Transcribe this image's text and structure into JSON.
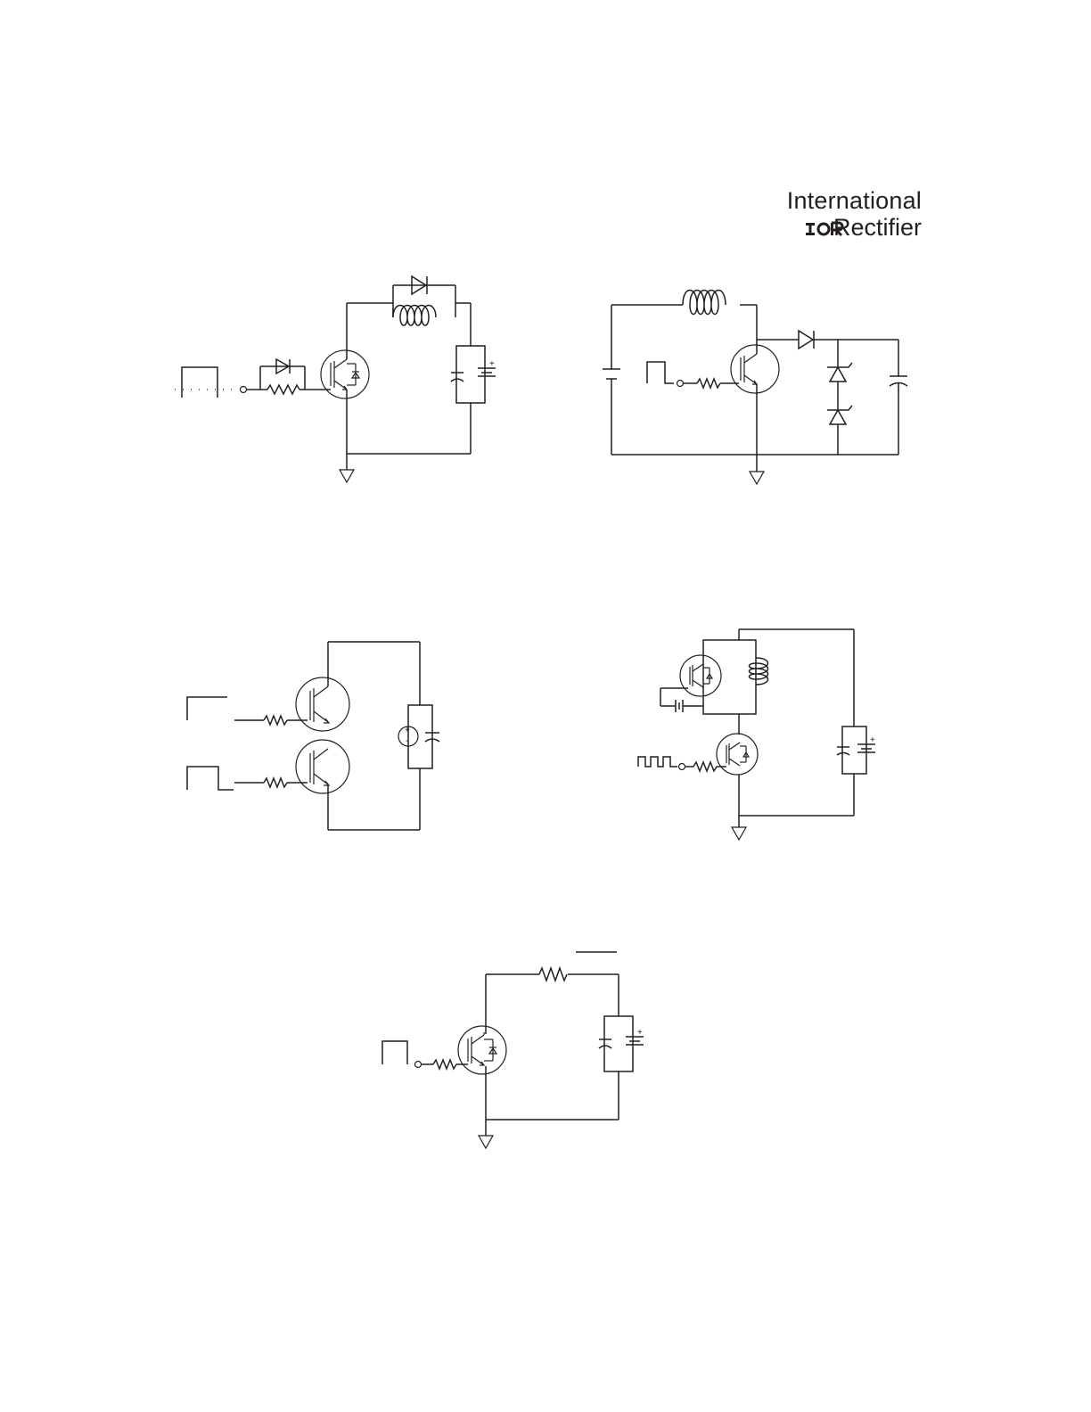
{
  "logo": {
    "line1": "International",
    "mark": "IOR",
    "line2": "Rectifier"
  },
  "symbols": {
    "plus": "+",
    "minus": "-"
  },
  "icons": [
    "ground-icon",
    "diode-icon",
    "zener-icon",
    "inductor-icon",
    "resistor-icon",
    "capacitor-icon",
    "battery-icon",
    "igbt-icon",
    "voltage-source-icon",
    "pulse-icon"
  ]
}
